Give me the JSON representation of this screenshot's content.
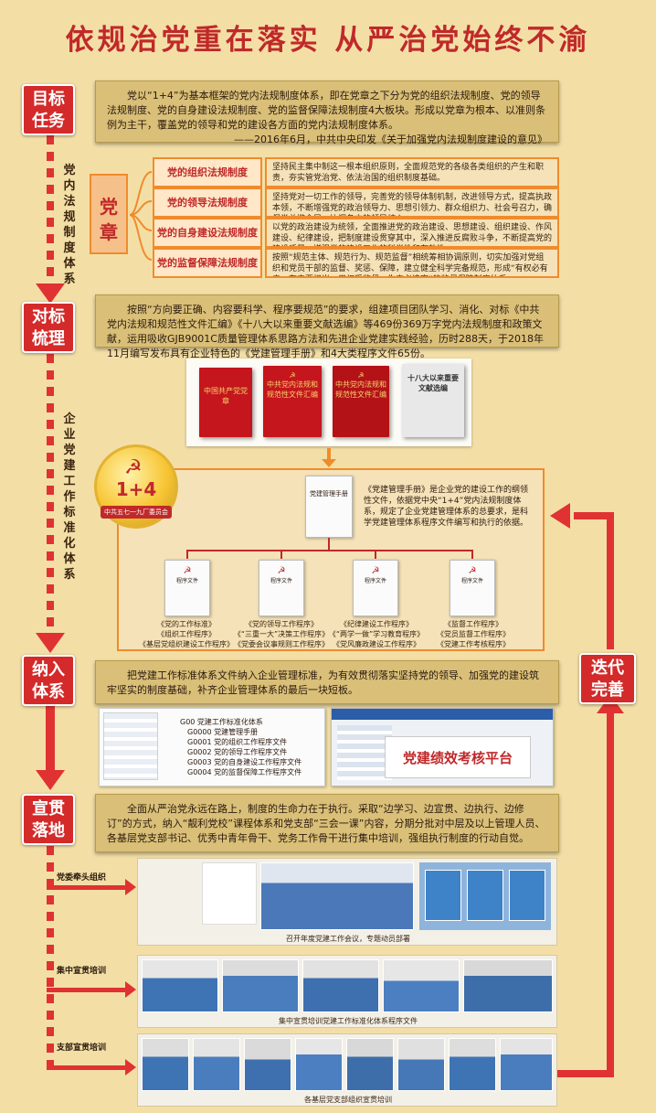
{
  "title": "依规治党重在落实   从严治党始终不渝",
  "stages": {
    "target": "目标\n任务",
    "benchmark": "对标\n梳理",
    "integrate": "纳入\n体系",
    "implement": "宣贯\n落地",
    "iterate": "迭代\n完善"
  },
  "vertical_labels": {
    "label1": "党内法规制度体系",
    "label2": "企业党建工作标准化体系"
  },
  "target_text": "党以“1+4”为基本框架的党内法规制度体系，即在党章之下分为党的组织法规制度、党的领导法规制度、党的自身建设法规制度、党的监督保障法规制度4大板块。形成以党章为根本、以准则条例为主干，覆盖党的领导和党的建设各方面的党内法规制度体系。",
  "target_source": "——2016年6月，中共中央印发《关于加强党内法规制度建设的意见》",
  "dangzhang": "党\n章",
  "rules": [
    {
      "name": "党的组织法规制度",
      "desc": "坚持民主集中制这一根本组织原则，全面规范党的各级各类组织的产生和职责，夯实管党治党、依法治国的组织制度基础。"
    },
    {
      "name": "党的领导法规制度",
      "desc": "坚持党对一切工作的领导，完善党的领导体制机制，改进领导方式，提高执政本领，不断增强党的政治领导力、思想引领力、群众组织力、社会号召力，确保党总揽全局、协调各方的领导核心。"
    },
    {
      "name": "党的自身建设法规制度",
      "desc": "以党的政治建设为统领，全面推进党的政治建设、思想建设、组织建设、作风建设、纪律建设，把制度建设贯穿其中，深入推进反腐败斗争，不断提高党的建设质量，增强党的建设工作的科学性和有效性。"
    },
    {
      "name": "党的监督保障法规制度",
      "desc": "按照“规范主体、规范行为、规范监督”相统筹相协调原则，切实加强对党组织和党员干部的监督、奖惩、保障，建立健全科学完备规范，形成“有权必有责、有责要担当，用权受监督、失责必追究”的监督保障制度体系。"
    }
  ],
  "benchmark_text": "按照“方向要正确、内容要科学、程序要规范”的要求，组建项目团队学习、消化、对标《中共党内法规和规范性文件汇编》《十八大以来重要文献选编》等469份369万字党内法规制度和政策文献，运用吸收GJB9001C质量管理体系思路方法和先进企业党建实践经验，历时288天，于2018年11月编写发布具有企业特色的《党建管理手册》和4大类程序文件65份。",
  "books": [
    {
      "title": "中国共产党党章"
    },
    {
      "title": "中共党内法规和规范性文件汇编"
    },
    {
      "title": "中共党内法规和规范性文件汇编"
    },
    {
      "title": "十八大以来重要文献选编"
    }
  ],
  "badge": {
    "main": "1+4",
    "sub": "中共五七一九厂委员会"
  },
  "manual": {
    "doc_title": "党建管理手册",
    "desc": "《党建管理手册》是企业党的建设工作的纲领性文件，依据党中央“1+4”党内法规制度体系，规定了企业党建管理体系的总要求，是科学党建管理体系程序文件编写和执行的依据。"
  },
  "sub_docs": [
    {
      "label": "程序文件",
      "caption": "《党的工作标准》\n《组织工作程序》\n《基层党组织建设工作程序》"
    },
    {
      "label": "程序文件",
      "caption": "《党的领导工作程序》\n《“三重一大”决策工作程序》\n《党委会议事规则工作程序》"
    },
    {
      "label": "程序文件",
      "caption": "《纪律建设工作程序》\n《“两学一做”学习教育程序》\n《党风廉政建设工作程序》"
    },
    {
      "label": "程序文件",
      "caption": "《监督工作程序》\n《党员监督工作程序》\n《党建工作考核程序》"
    }
  ],
  "integrate_text": "把党建工作标准体系文件纳入企业管理标准，为有效贯彻落实坚持党的领导、加强党的建设筑牢坚实的制度基础，补齐企业管理体系的最后一块短板。",
  "tree": {
    "items": [
      "G00 党建工作标准化体系",
      "G0000 党建管理手册",
      "G0001 党的组织工作程序文件",
      "G0002 党的领导工作程序文件",
      "G0003 党的自身建设工作程序文件",
      "G0004 党的监督保障工作程序文件"
    ]
  },
  "platform": "党建绩效考核平台",
  "implement_text": "全面从严治党永远在路上，制度的生命力在于执行。采取“边学习、边宣贯、边执行、边修订”的方式，纳入“靓利党校”课程体系和党支部“三会一课”内容，分期分批对中层及以上管理人员、各基层党支部书记、优秀中青年骨干、党务工作骨干进行集中培训，强组执行制度的行动自觉。",
  "training": [
    {
      "label": "党委牵头组织",
      "caption": "召开年度党建工作会议，专题动员部署"
    },
    {
      "label": "集中宣贯培训",
      "caption": "集中宣贯培训党建工作标准化体系程序文件"
    },
    {
      "label": "支部宣贯培训",
      "caption": "各基层党支部组织宣贯培训"
    }
  ],
  "colors": {
    "accent": "#c0292a",
    "arrow": "#e03232",
    "orange": "#f08b2c",
    "panel": "#d9bf78"
  }
}
